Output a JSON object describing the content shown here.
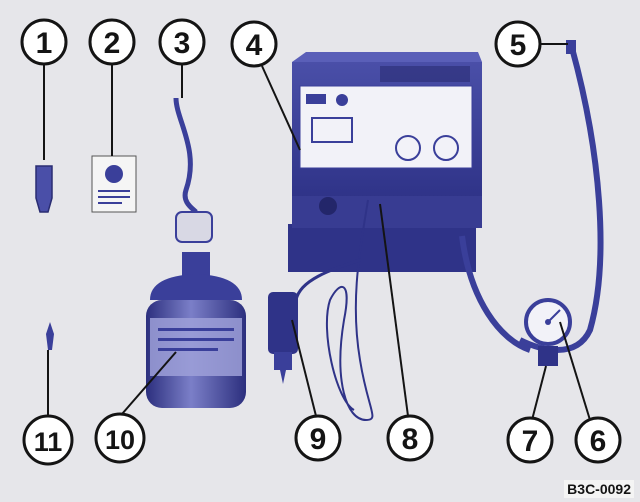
{
  "figure": {
    "code": "B3C-0092",
    "background": "#e6e6ea",
    "accent": "#3a3f9a"
  },
  "callouts": [
    {
      "number": "1"
    },
    {
      "number": "2"
    },
    {
      "number": "3"
    },
    {
      "number": "4"
    },
    {
      "number": "5"
    },
    {
      "number": "6"
    },
    {
      "number": "7"
    },
    {
      "number": "8"
    },
    {
      "number": "9"
    },
    {
      "number": "10"
    },
    {
      "number": "11"
    }
  ]
}
